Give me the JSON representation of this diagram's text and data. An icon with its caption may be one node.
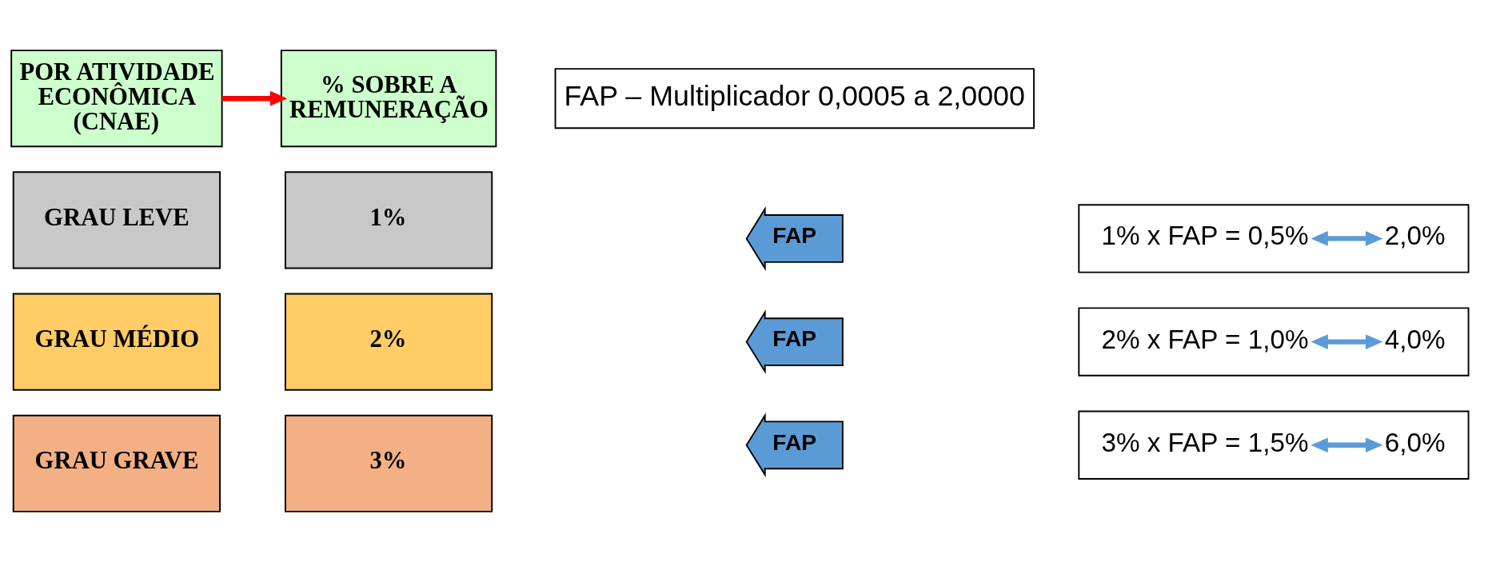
{
  "diagram": {
    "nodes": [
      {
        "text": [
          "POR ATIVIDADE ECONÔMICA (CNAE)"
        ]
      },
      {
        "text": [
          "% SOBRE A REMUNERAÇÃO"
        ]
      },
      {
        "text": [
          "FAP – Multiplicador 0,0005 a 2,0000"
        ]
      },
      {
        "text": [
          "GRAU LEVE"
        ]
      },
      {
        "text": [
          "1%"
        ]
      },
      {
        "text": [
          "FAP"
        ]
      },
      {
        "text": [],
        "shape": "box"
      },
      {
        "text": [
          "1% x FAP = 0,5%"
        ],
        "in": 6
      },
      {
        "text": [
          "2,0%"
        ],
        "in": 6
      },
      {
        "text": [
          "GRAU MÉDIO"
        ]
      },
      {
        "text": [
          "2%"
        ]
      },
      {
        "text": [
          "FAP"
        ]
      },
      {
        "text": [],
        "shape": "box"
      },
      {
        "text": [
          "2% x FAP = 1,0%"
        ],
        "in": 12
      },
      {
        "text": [
          "4,0%"
        ],
        "in": 12
      },
      {
        "text": [
          "GRAU GRAVE"
        ]
      },
      {
        "text": [
          "3%"
        ]
      },
      {
        "text": [
          "FAP"
        ]
      },
      {
        "text": [],
        "shape": "box"
      },
      {
        "text": [
          "3% x FAP = 1,5%"
        ],
        "in": 18
      },
      {
        "text": [
          "6,0%"
        ],
        "in": 18
      }
    ],
    "edges": [
      {
        "from": 0,
        "to": 1,
        "arrow": "to",
        "color": "#ff0000"
      },
      {
        "from": 7,
        "to": 8,
        "arrow": "both"
      },
      {
        "from": 13,
        "to": 14,
        "arrow": "both"
      },
      {
        "from": 19,
        "to": 20,
        "arrow": "both"
      }
    ]
  }
}
